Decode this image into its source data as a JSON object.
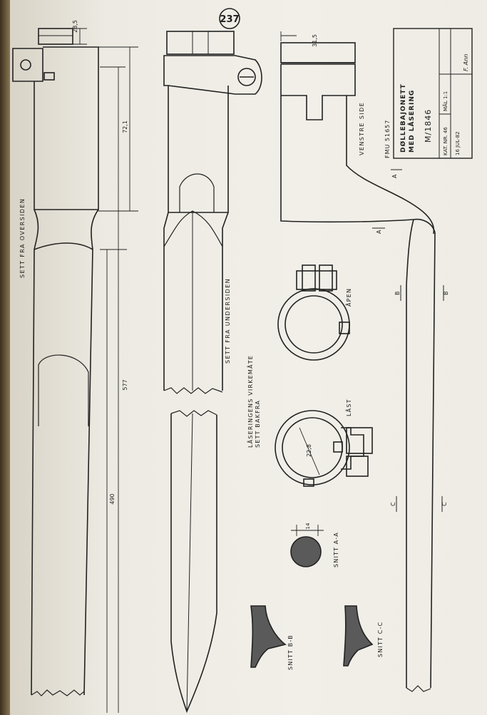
{
  "page_number": "237",
  "titles": {
    "top_view": "SETT FRA OVERSIDEN",
    "bottom_view": "SETT FRA UNDERSIDEN",
    "left_side": "VENSTRE SIDE",
    "ring_function_line1": "LÅSERINGENS VIRKEMÅTE",
    "ring_function_line2": "SETT BAKFRA",
    "ring_open": "ÅPEN",
    "ring_locked": "LÅST"
  },
  "sections": {
    "a_a": "SNITT A-A",
    "b_b": "SNITT B-B",
    "c_c": "SNITT C-C"
  },
  "cut_markers": {
    "a": "A",
    "b": "B",
    "c": "C"
  },
  "dimensions": {
    "ring_width_top": "28,5",
    "ring_width_side": "31,5",
    "socket_length": "72,1",
    "blade_length": "490",
    "overall_length": "577",
    "ring_bore": "22,8",
    "blade_section_width": "14"
  },
  "title_block": {
    "museum_number": "FMU 51657",
    "name_line1": "DØLLEBAJONETT",
    "name_line2": "MED LÅSERING",
    "model": "M/1846",
    "catalog": "KAT. NR. 46",
    "scale": "MÅL 1:1",
    "date": "16 JUL-82",
    "drawn_by": "F. Ann"
  }
}
